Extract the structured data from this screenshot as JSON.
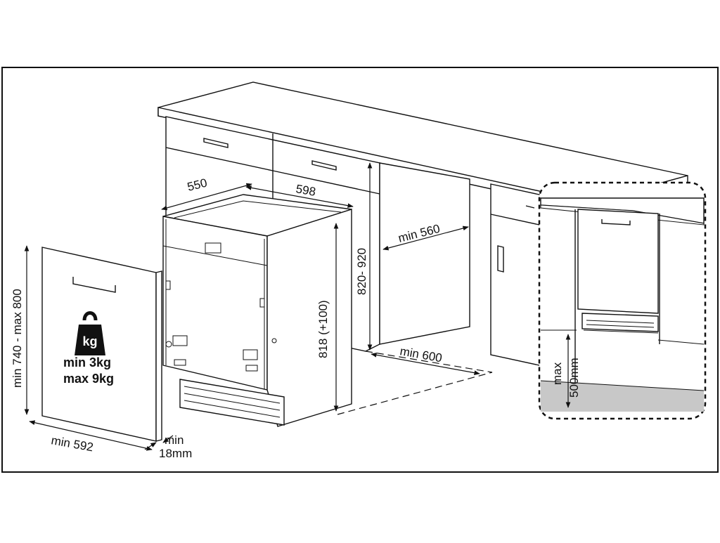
{
  "labels": {
    "depth": "550",
    "width": "598",
    "min_gap_depth": "min 560",
    "cabinet_height": "820- 920",
    "appliance_height": "818 (+100)",
    "min_width_opening": "min 600",
    "panel_height": "min 740 - max 800",
    "panel_width": "min 592",
    "panel_thickness_1": "min",
    "panel_thickness_2": "18mm",
    "weight_min": "min  3kg",
    "weight_max": "max 9kg",
    "weight_icon_text": "kg",
    "max_height_1": "max",
    "max_height_2": "500mm"
  },
  "colors": {
    "line": "#111111",
    "floor_strip": "#c8c8c8",
    "background": "#ffffff"
  },
  "icons": {
    "weight": "kettlebell-icon"
  }
}
